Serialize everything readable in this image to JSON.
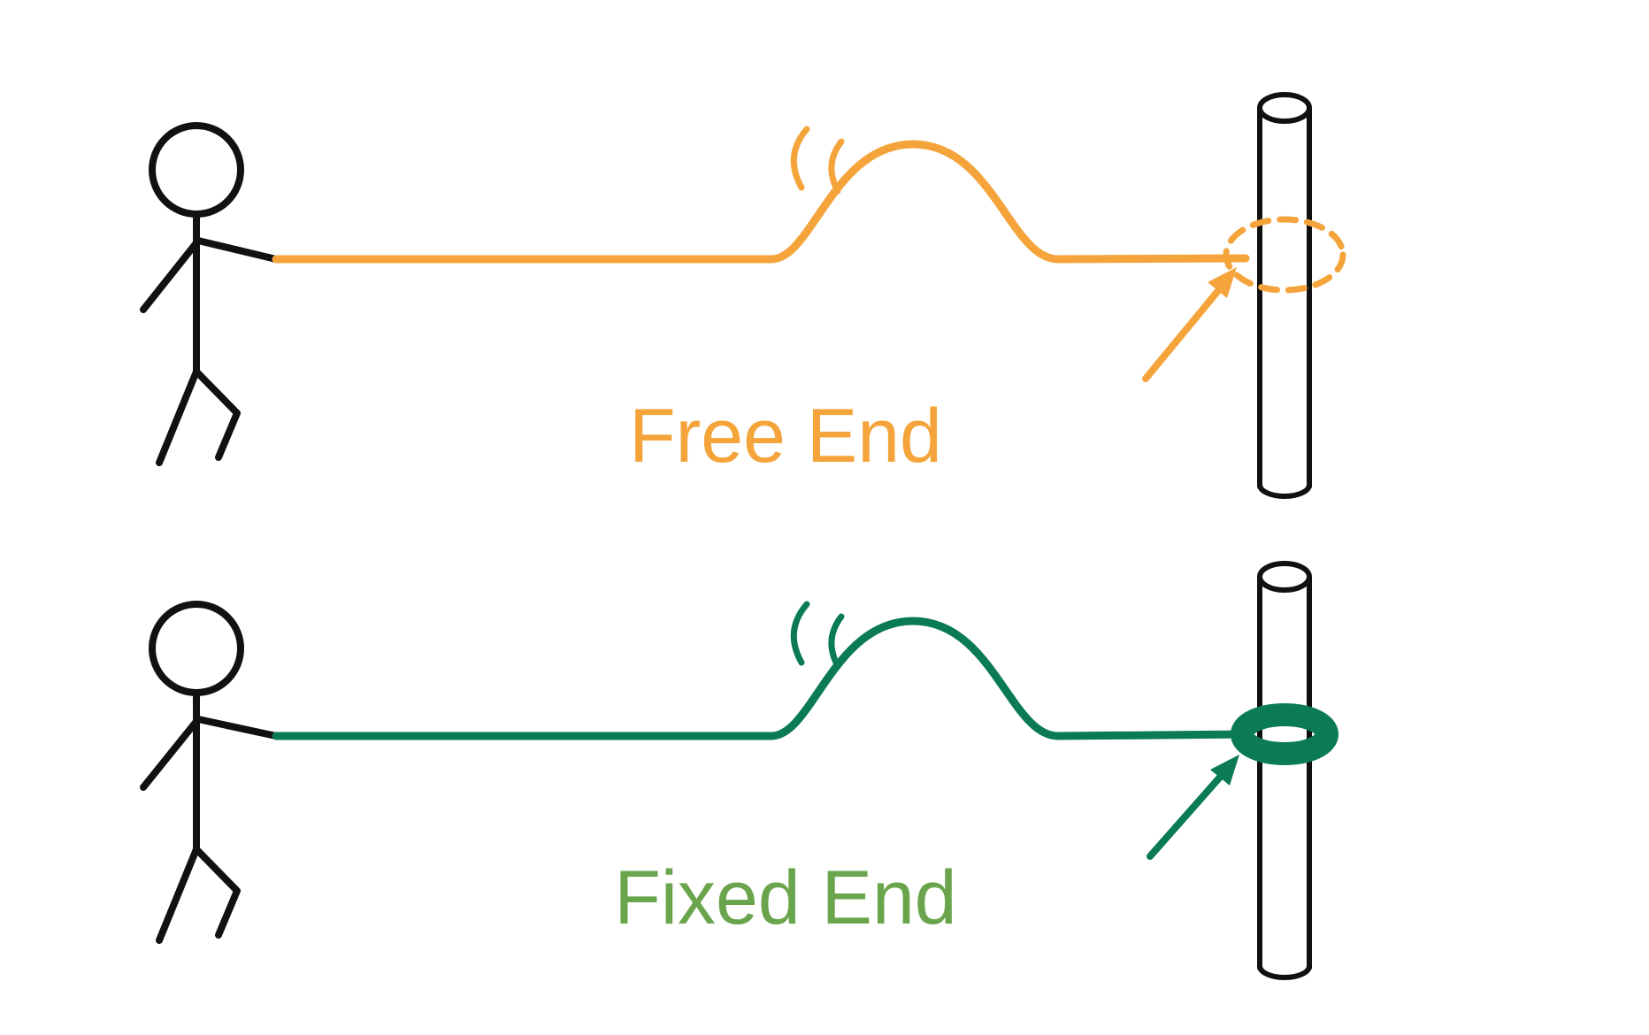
{
  "panels": [
    {
      "id": "free-end",
      "label": "Free End",
      "end_type": "free",
      "ring_style": "dashed",
      "rope_color": "#F4A43A",
      "label_color": "#F4A43A"
    },
    {
      "id": "fixed-end",
      "label": "Fixed End",
      "end_type": "fixed",
      "ring_style": "solid",
      "rope_color": "#0A7B55",
      "label_color": "#6AA54D"
    }
  ],
  "colors": {
    "ink": "#111111",
    "background": "#FFFFFF"
  },
  "icons": {
    "vibration_marks": "double arc motion marks beside wave pulse",
    "arrow": "diagonal pointer arrow toward rope end",
    "free_end_ring": "dashed loose ring sliding on pole",
    "fixed_end_ring": "solid ring clamped to pole"
  }
}
